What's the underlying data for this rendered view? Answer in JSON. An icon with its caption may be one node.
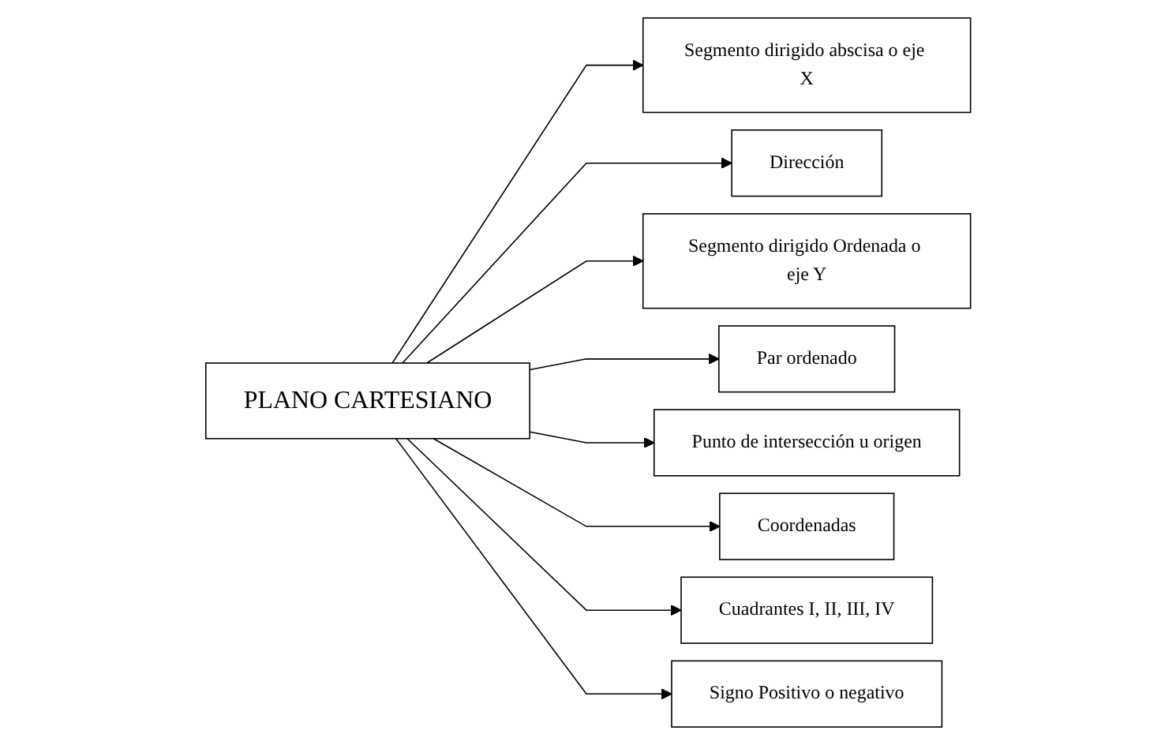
{
  "diagram": {
    "nodes": [
      {
        "text": [
          "PLANO CARTESIANO"
        ]
      },
      {
        "text": [
          "Segmento dirigido abscisa o eje X"
        ]
      },
      {
        "text": [
          "Dirección"
        ]
      },
      {
        "text": [
          "Segmento dirigido Ordenada o eje Y"
        ]
      },
      {
        "text": [
          "Par ordenado"
        ]
      },
      {
        "text": [
          "Punto de intersección u origen"
        ]
      },
      {
        "text": [
          "Coordenadas"
        ]
      },
      {
        "text": [
          "Cuadrantes I, II, III, IV"
        ]
      },
      {
        "text": [
          "Signo Positivo o negativo"
        ]
      }
    ],
    "edges": [
      {
        "from": 0,
        "to": 1,
        "arrow": "to"
      },
      {
        "from": 0,
        "to": 2,
        "arrow": "to"
      },
      {
        "from": 0,
        "to": 3,
        "arrow": "to"
      },
      {
        "from": 0,
        "to": 4,
        "arrow": "to"
      },
      {
        "from": 0,
        "to": 5,
        "arrow": "to"
      },
      {
        "from": 0,
        "to": 6,
        "arrow": "to"
      },
      {
        "from": 0,
        "to": 7,
        "arrow": "to"
      },
      {
        "from": 0,
        "to": 8,
        "arrow": "to"
      }
    ]
  }
}
